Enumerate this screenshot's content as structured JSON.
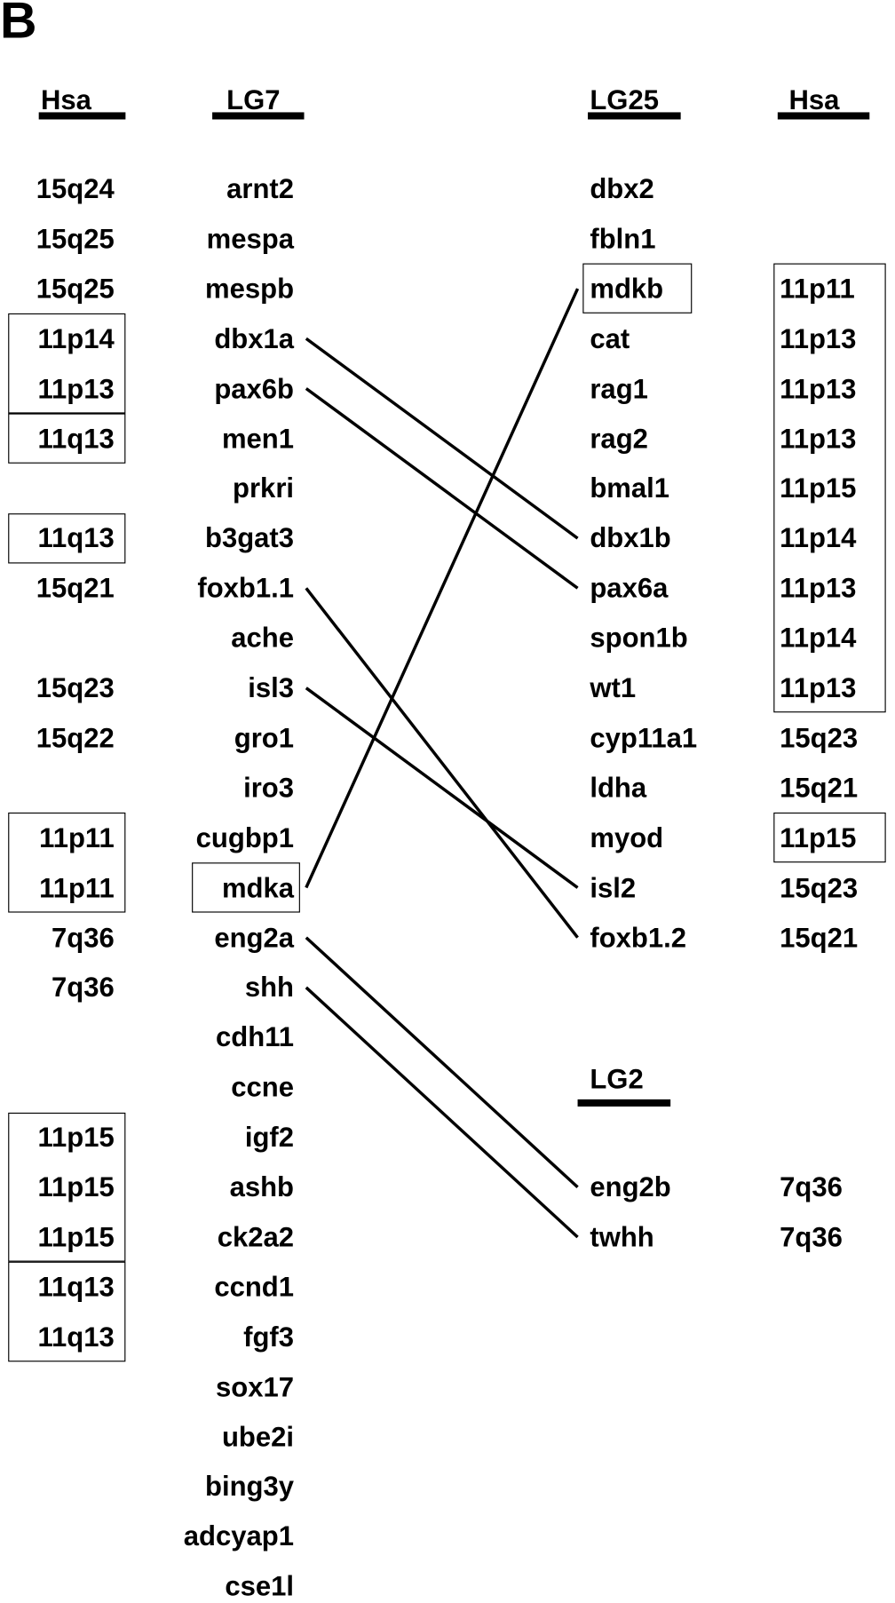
{
  "panel_label": "B",
  "headers": {
    "hsa_left": "Hsa",
    "lg7": "LG7",
    "lg25": "LG25",
    "hsa_right": "Hsa",
    "lg2": "LG2"
  },
  "hsa_left": [
    "15q24",
    "15q25",
    "15q25",
    "11p14",
    "11p13",
    "11q13",
    "",
    "11q13",
    "15q21",
    "",
    "15q23",
    "15q22",
    "",
    "11p11",
    "11p11",
    "7q36",
    "7q36",
    "",
    "",
    "11p15",
    "11p15",
    "11p15",
    "11q13",
    "11q13"
  ],
  "lg7": [
    "arnt2",
    "mespa",
    "mespb",
    "dbx1a",
    "pax6b",
    "men1",
    "prkri",
    "b3gat3",
    "foxb1.1",
    "ache",
    "isl3",
    "gro1",
    "iro3",
    "cugbp1",
    "mdka",
    "eng2a",
    "shh",
    "cdh11",
    "ccne",
    "igf2",
    "ashb",
    "ck2a2",
    "ccnd1",
    "fgf3",
    "sox17",
    "ube2i",
    "bing3y",
    "adcyap1",
    "cse1l"
  ],
  "lg25": [
    "dbx2",
    "fbln1",
    "mdkb",
    "cat",
    "rag1",
    "rag2",
    "bmal1",
    "dbx1b",
    "pax6a",
    "spon1b",
    "wt1",
    "cyp11a1",
    "ldha",
    "myod",
    "isl2",
    "foxb1.2"
  ],
  "hsa_right_lg25": [
    "",
    "",
    "11p11",
    "11p13",
    "11p13",
    "11p13",
    "11p15",
    "11p14",
    "11p13",
    "11p14",
    "11p13",
    "15q23",
    "15q21",
    "11p15",
    "15q23",
    "15q21"
  ],
  "lg2": [
    "eng2b",
    "twhh"
  ],
  "hsa_right_lg2": [
    "7q36",
    "7q36"
  ],
  "connections": [
    [
      "dbx1a",
      "dbx1b"
    ],
    [
      "pax6b",
      "pax6a"
    ],
    [
      "foxb1.1",
      "foxb1.2"
    ],
    [
      "isl3",
      "isl2"
    ],
    [
      "mdka",
      "mdkb"
    ],
    [
      "eng2a",
      "eng2b"
    ],
    [
      "shh",
      "twhh"
    ]
  ]
}
